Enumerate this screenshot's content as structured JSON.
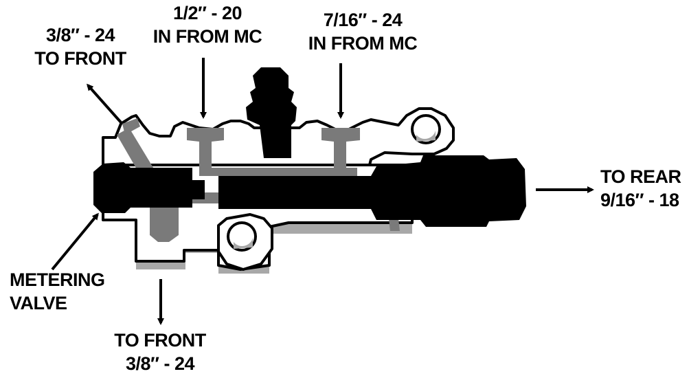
{
  "labels": {
    "front_upper": {
      "line1": "3/8″ - 24",
      "line2": "TO FRONT"
    },
    "in_mc_left": {
      "line1": "1/2″ - 20",
      "line2": "IN FROM MC"
    },
    "in_mc_right": {
      "line1": "7/16″ - 24",
      "line2": "IN FROM MC"
    },
    "rear": {
      "line1": "TO REAR",
      "line2": "9/16″ - 18"
    },
    "metering": {
      "line1": "METERING",
      "line2": "VALVE"
    },
    "front_lower": {
      "line1": "TO FRONT",
      "line2": "3/8″ - 24"
    }
  },
  "colors": {
    "body_fill": "#ffffff",
    "outline": "#000000",
    "passage": "#7a7a7a",
    "shadow": "#a8a8a8",
    "valve": "#000000"
  }
}
